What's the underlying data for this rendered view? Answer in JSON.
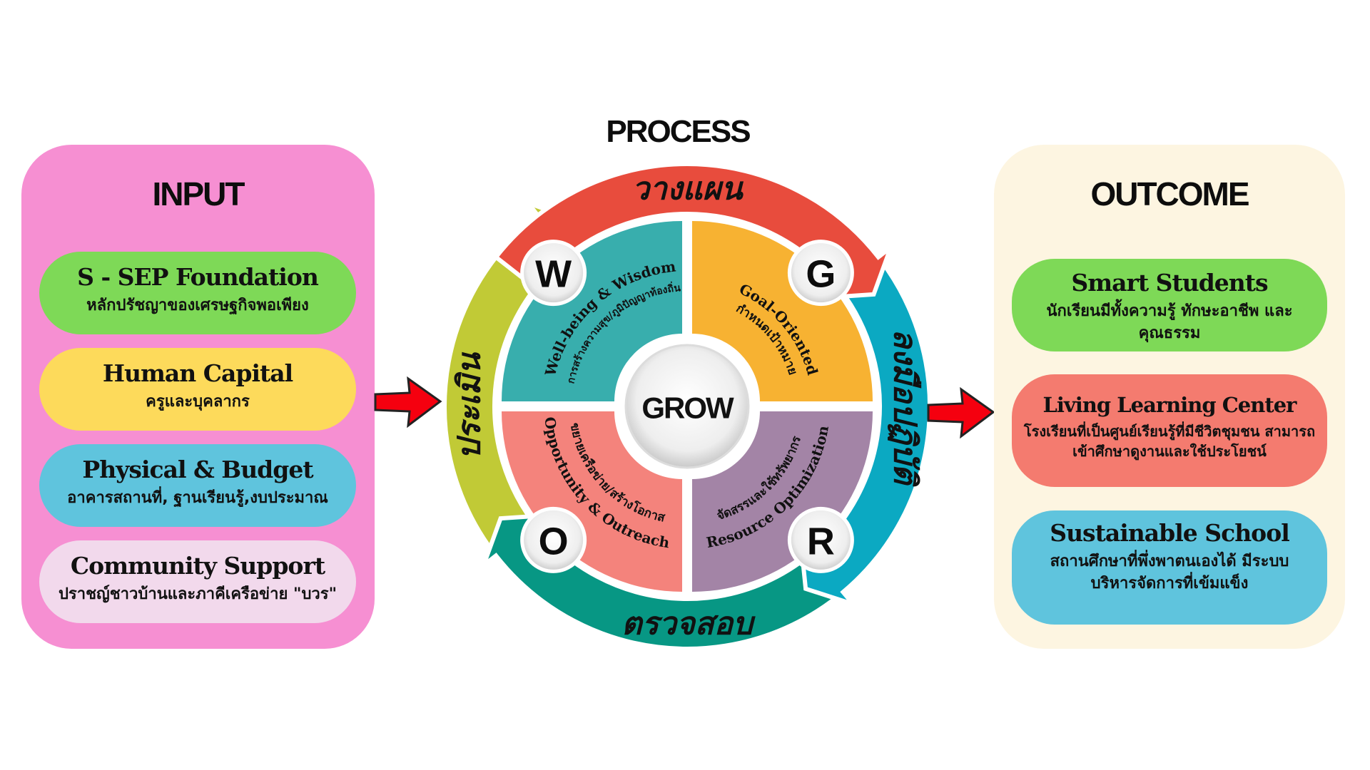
{
  "input": {
    "title": "INPUT",
    "color": "#f68fd2",
    "items": [
      {
        "title": "S - SEP Foundation",
        "subtitle": "หลักปรัชญาของเศรษฐกิจพอเพียง",
        "color": "#7ed957"
      },
      {
        "title": "Human Capital",
        "subtitle": "ครูและบุคลากร",
        "color": "#fdda5b"
      },
      {
        "title": "Physical & Budget",
        "subtitle": "อาคารสถานที่, ฐานเรียนรู้,งบประมาณ",
        "color": "#5fc4dd"
      },
      {
        "title": "Community Support",
        "subtitle": "ปราชญ์ชาวบ้านและภาคีเครือข่าย \"บวร\"",
        "color": "#f2d9ec"
      }
    ]
  },
  "process": {
    "title": "PROCESS",
    "center_label": "GROW",
    "cycle": [
      {
        "label": "วางแผน",
        "color": "#e84c3d"
      },
      {
        "label": "ลงมือปฏิบัติ",
        "color": "#0ba9c2"
      },
      {
        "label": "ตรวจสอบ",
        "color": "#079784"
      },
      {
        "label": "ประเมิน",
        "color": "#c1ca36"
      }
    ],
    "quadrants": [
      {
        "letter": "W",
        "title": "Well-being & Wisdom",
        "subtitle": "การสร้างความสุข/ภูมิปัญญาท้องถิ่น",
        "color": "#38aead"
      },
      {
        "letter": "G",
        "title": "Goal-Oriented",
        "subtitle": "กำหนดเป้าหมาย",
        "color": "#f7b232"
      },
      {
        "letter": "R",
        "title": "Resource Optimization",
        "subtitle": "จัดสรรและใช้ทรัพยากร",
        "color": "#a384a6"
      },
      {
        "letter": "O",
        "title": "Opportunity & Outreach",
        "subtitle": "ขยายเครือข่าย/สร้างโอกาส",
        "color": "#f4837c"
      }
    ]
  },
  "flow_arrow_color": "#f5000f",
  "outcome": {
    "title": "OUTCOME",
    "color": "#fdf5e1",
    "items": [
      {
        "title": "Smart Students",
        "subtitle": "นักเรียนมีทั้งความรู้ ทักษะอาชีพ และคุณธรรม",
        "color": "#7ed957"
      },
      {
        "title": "Living Learning Center",
        "subtitle": "โรงเรียนที่เป็นศูนย์เรียนรู้ที่มีชีวิตชุมชน สามารถเข้าศึกษาดูงานและใช้ประโยชน์",
        "color": "#f47b6f"
      },
      {
        "title": "Sustainable School",
        "subtitle": "สถานศึกษาที่พึ่งพาตนเองได้ มีระบบบริหารจัดการที่เข้มแข็ง",
        "color": "#5fc4dd"
      }
    ]
  }
}
